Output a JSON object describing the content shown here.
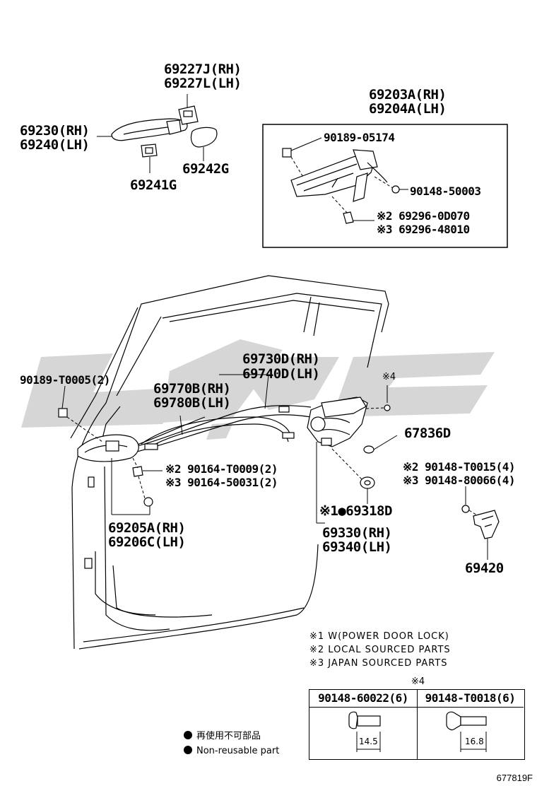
{
  "parts": {
    "p69227": [
      "69227J(RH)",
      "69227L(LH)"
    ],
    "p69230": [
      "69230(RH)",
      "69240(LH)"
    ],
    "p69241": "69241G",
    "p69242": "69242G",
    "p69203": [
      "69203A(RH)",
      "69204A(LH)"
    ],
    "p90189_05174": "90189-05174",
    "p90148_50003": "90148-50003",
    "p69296": [
      "※2 69296-0D070",
      "※3 69296-48010"
    ],
    "p69730": [
      "69730D(RH)",
      "69740D(LH)"
    ],
    "p90189_T0005": "90189-T0005(2)",
    "p69770": [
      "69770B(RH)",
      "69780B(LH)"
    ],
    "star4": "※4",
    "p67836": "67836D",
    "p90164": [
      "※2 90164-T0009(2)",
      "※3 90164-50031(2)"
    ],
    "p90148_T0015": [
      "※2 90148-T0015(4)",
      "※3 90148-80066(4)"
    ],
    "p69318": "※1●69318D",
    "p69205": [
      "69205A(RH)",
      "69206C(LH)"
    ],
    "p69330": [
      "69330(RH)",
      "69340(LH)"
    ],
    "p69420": "69420"
  },
  "notes": [
    "※1 W(POWER DOOR LOCK)",
    "※2 LOCAL SOURCED PARTS",
    "※3 JAPAN SOURCED PARTS"
  ],
  "bolt_table": {
    "title": "※4",
    "left_header": "90148-60022(6)",
    "right_header": "90148-T0018(6)",
    "left_dim": "14.5",
    "right_dim": "16.8"
  },
  "legend": {
    "jp": "再使用不可部品",
    "en": "Non-reusable part"
  },
  "diagram_code": "677819F",
  "colors": {
    "line": "#000000",
    "watermark": "#d4d4d4",
    "background": "#ffffff"
  }
}
